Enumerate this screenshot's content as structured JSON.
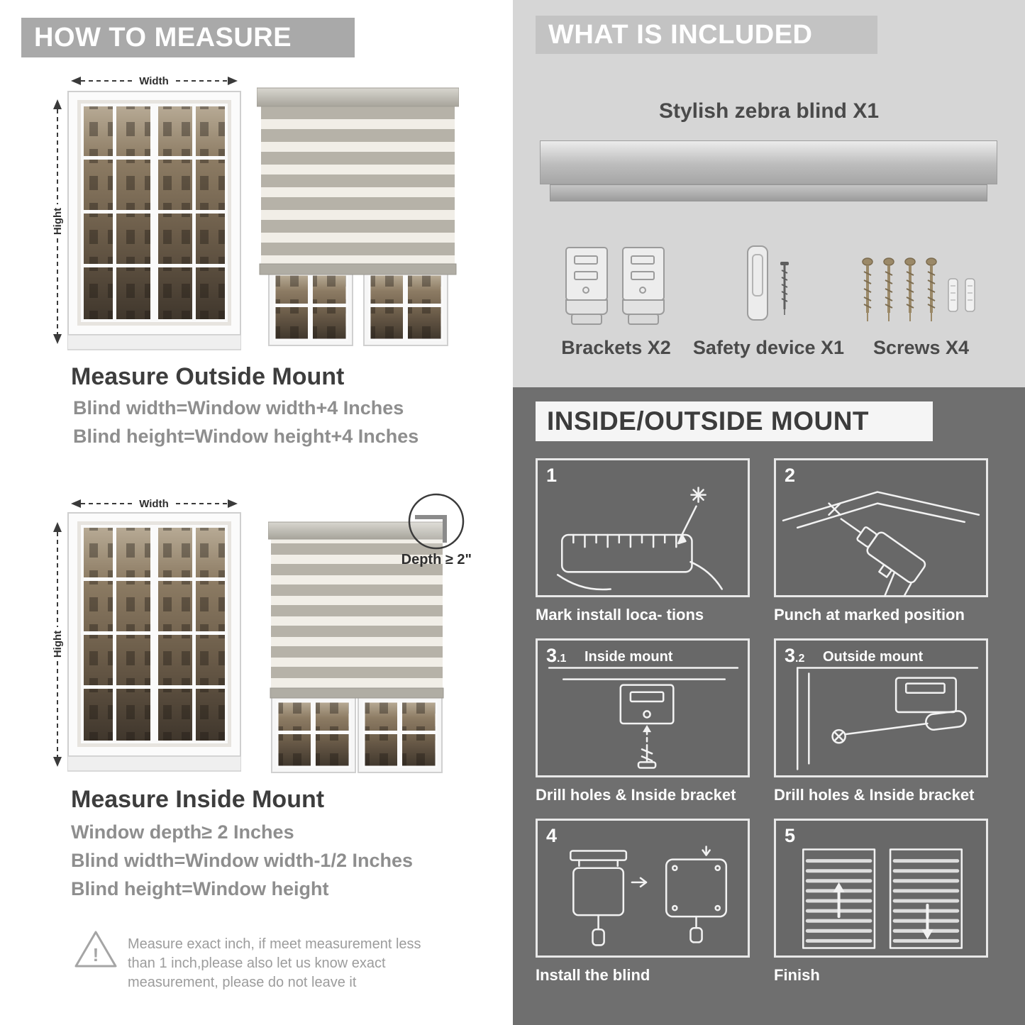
{
  "colors": {
    "header_gray": "#a9a9a9",
    "included_bg": "#d6d6d6",
    "included_bar": "#c3c3c3",
    "mount_bg": "#6f6f6f",
    "title_text": "#3d3d3d",
    "spec_text": "#8e8e8e",
    "blind_band": "#b6b2a8",
    "blind_sheer": "#f1eee7"
  },
  "left": {
    "header": "HOW TO MEASURE",
    "measure_labels": {
      "width": "Width",
      "height": "Hight",
      "depth": "Depth ≥ 2\"",
      "warning_mark": "!"
    },
    "outside": {
      "title": "Measure Outside Mount",
      "lines": [
        "Blind width=Window width+4 Inches",
        "Blind height=Window height+4 Inches"
      ]
    },
    "inside": {
      "title": "Measure Inside Mount",
      "lines": [
        "Window depth≥ 2 Inches",
        "Blind width=Window width-1/2 Inches",
        "Blind height=Window height"
      ]
    },
    "note_lines": [
      "Measure exact inch, if meet measurement less",
      "than 1 inch,please also let us know exact",
      "measurement, please do not leave it"
    ]
  },
  "right": {
    "included": {
      "header": "WHAT IS INCLUDED",
      "product_label": "Stylish zebra blind X1",
      "items": [
        {
          "name": "brackets",
          "label": "Brackets X2"
        },
        {
          "name": "safety-device",
          "label": "Safety device X1"
        },
        {
          "name": "screws",
          "label": "Screws X4"
        }
      ]
    },
    "mount": {
      "header": "INSIDE/OUTSIDE MOUNT",
      "steps": [
        {
          "num": "1",
          "sub": "",
          "label": "",
          "caption": "Mark install loca- tions"
        },
        {
          "num": "2",
          "sub": "",
          "label": "",
          "caption": "Punch at  marked position"
        },
        {
          "num": "3",
          "sub": ".1",
          "label": "Inside mount",
          "caption": "Drill holes &  Inside bracket"
        },
        {
          "num": "3",
          "sub": ".2",
          "label": "Outside mount",
          "caption": "Drill holes &  Inside bracket"
        },
        {
          "num": "4",
          "sub": "",
          "label": "",
          "caption": "Install the blind"
        },
        {
          "num": "5",
          "sub": "",
          "label": "",
          "caption": "Finish"
        }
      ]
    }
  }
}
